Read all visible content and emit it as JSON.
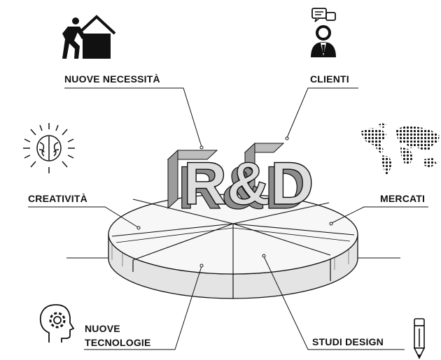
{
  "diagram": {
    "center_title": "R&D",
    "segments": [
      {
        "id": "nuove_necessita",
        "label": "NUOVE NECESSITÀ",
        "icon": "person-climbing-box-icon"
      },
      {
        "id": "clienti",
        "label": "CLIENTI",
        "icon": "businessman-speech-bubble-icon"
      },
      {
        "id": "creativita",
        "label": "CREATIVITÀ",
        "icon": "glowing-brain-icon"
      },
      {
        "id": "mercati",
        "label": "MERCATI",
        "icon": "dotted-world-map-icon"
      },
      {
        "id": "nuove_tecnologie",
        "label_line1": "NUOVE",
        "label_line2": "TECNOLOGIE",
        "icon": "head-gear-icon"
      },
      {
        "id": "studi_design",
        "label": "STUDI DESIGN",
        "icon": "pencil-icon"
      }
    ],
    "colors": {
      "ink": "#111111",
      "pie_top": "#f7f7f7",
      "pie_side": "#e4e4e4",
      "letter_front": "#dcdcdc",
      "letter_side": "#9c9c9c"
    }
  }
}
